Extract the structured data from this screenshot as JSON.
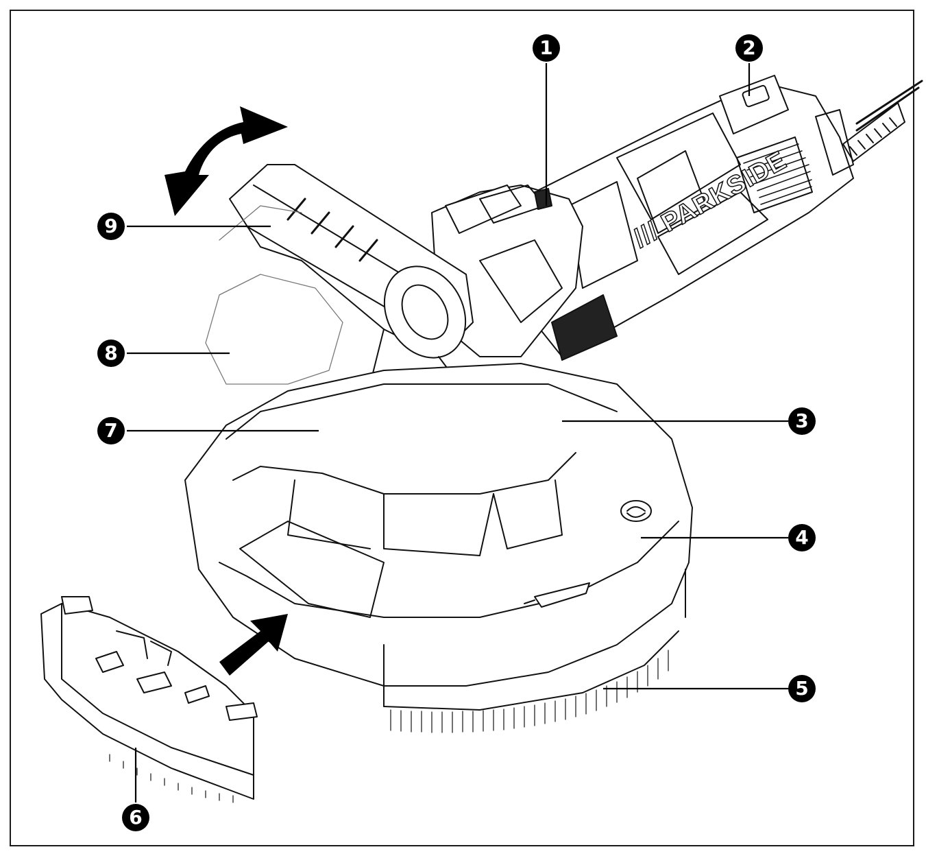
{
  "brand": {
    "name": "/// PARKSIDE"
  },
  "callouts": [
    {
      "id": "callout-1",
      "label": "1"
    },
    {
      "id": "callout-2",
      "label": "2"
    },
    {
      "id": "callout-3",
      "label": "3"
    },
    {
      "id": "callout-4",
      "label": "4"
    },
    {
      "id": "callout-5",
      "label": "5"
    },
    {
      "id": "callout-6",
      "label": "6"
    },
    {
      "id": "callout-7",
      "label": "7"
    },
    {
      "id": "callout-8",
      "label": "8"
    },
    {
      "id": "callout-9",
      "label": "9"
    }
  ],
  "colors": {
    "ink": "#000000",
    "paper": "#ffffff",
    "frame": "#1a1a1a"
  }
}
